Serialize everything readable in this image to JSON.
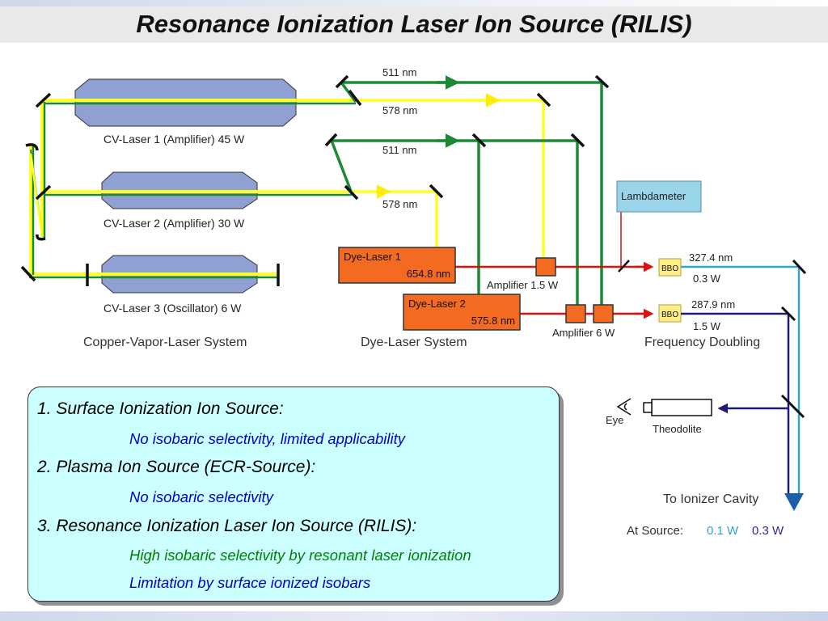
{
  "slide": {
    "title": "Resonance Ionization Laser Ion Source (RILIS)"
  },
  "diagram": {
    "cvl1": "CV-Laser 1 (Amplifier)  45 W",
    "cvl2": "CV-Laser 2 (Amplifier)  30 W",
    "cvl3": "CV-Laser 3 (Oscillator)  6 W",
    "cv_system": "Copper-Vapor-Laser System",
    "beam_511_a": "511 nm",
    "beam_578_a": "578 nm",
    "beam_511_b": "511 nm",
    "beam_578_b": "578 nm",
    "dye1_name": "Dye-Laser 1",
    "dye1_wl": "654.8 nm",
    "dye2_name": "Dye-Laser 2",
    "dye2_wl": "575.8 nm",
    "amp1": "Amplifier  1.5 W",
    "amp2": "Amplifier  6 W",
    "dye_system": "Dye-Laser System",
    "lambdameter": "Lambdameter",
    "bbo1": "BBO",
    "bbo2": "BBO",
    "fd1_wl": "327.4 nm",
    "fd1_p": "0.3 W",
    "fd2_wl": "287.9 nm",
    "fd2_p": "1.5 W",
    "freq_doubling": "Frequency Doubling",
    "eye": "Eye",
    "theodolite": "Theodolite",
    "to_ionizer": "To Ionizer Cavity",
    "at_source": "At Source:",
    "at_source_1": "0.1 W",
    "at_source_2": "0.3 W"
  },
  "colors": {
    "green_beam": "#1a8a35",
    "yellow_beam": "#ffff22",
    "red_beam": "#dd1111",
    "cyan_beam": "#2aa7cf",
    "navy_beam": "#1c1a7a",
    "laser_tube": "#8fa0d2",
    "dye_box": "#f26b21",
    "bbo_box": "#ffee88",
    "lambdameter_box": "#99d4e8",
    "panel_bg": "#ccffff",
    "blue_text": "#0000cc",
    "green_text": "#008000"
  },
  "panel": {
    "item1": "1. Surface Ionization Ion Source:",
    "item1_sub": "No isobaric selectivity, limited applicability",
    "item2": "2. Plasma Ion Source (ECR-Source):",
    "item2_sub": "No isobaric selectivity",
    "item3": "3. Resonance Ionization Laser Ion Source (RILIS):",
    "item3_sub1": "High isobaric selectivity by resonant laser ionization",
    "item3_sub2": "Limitation by surface ionized isobars"
  }
}
